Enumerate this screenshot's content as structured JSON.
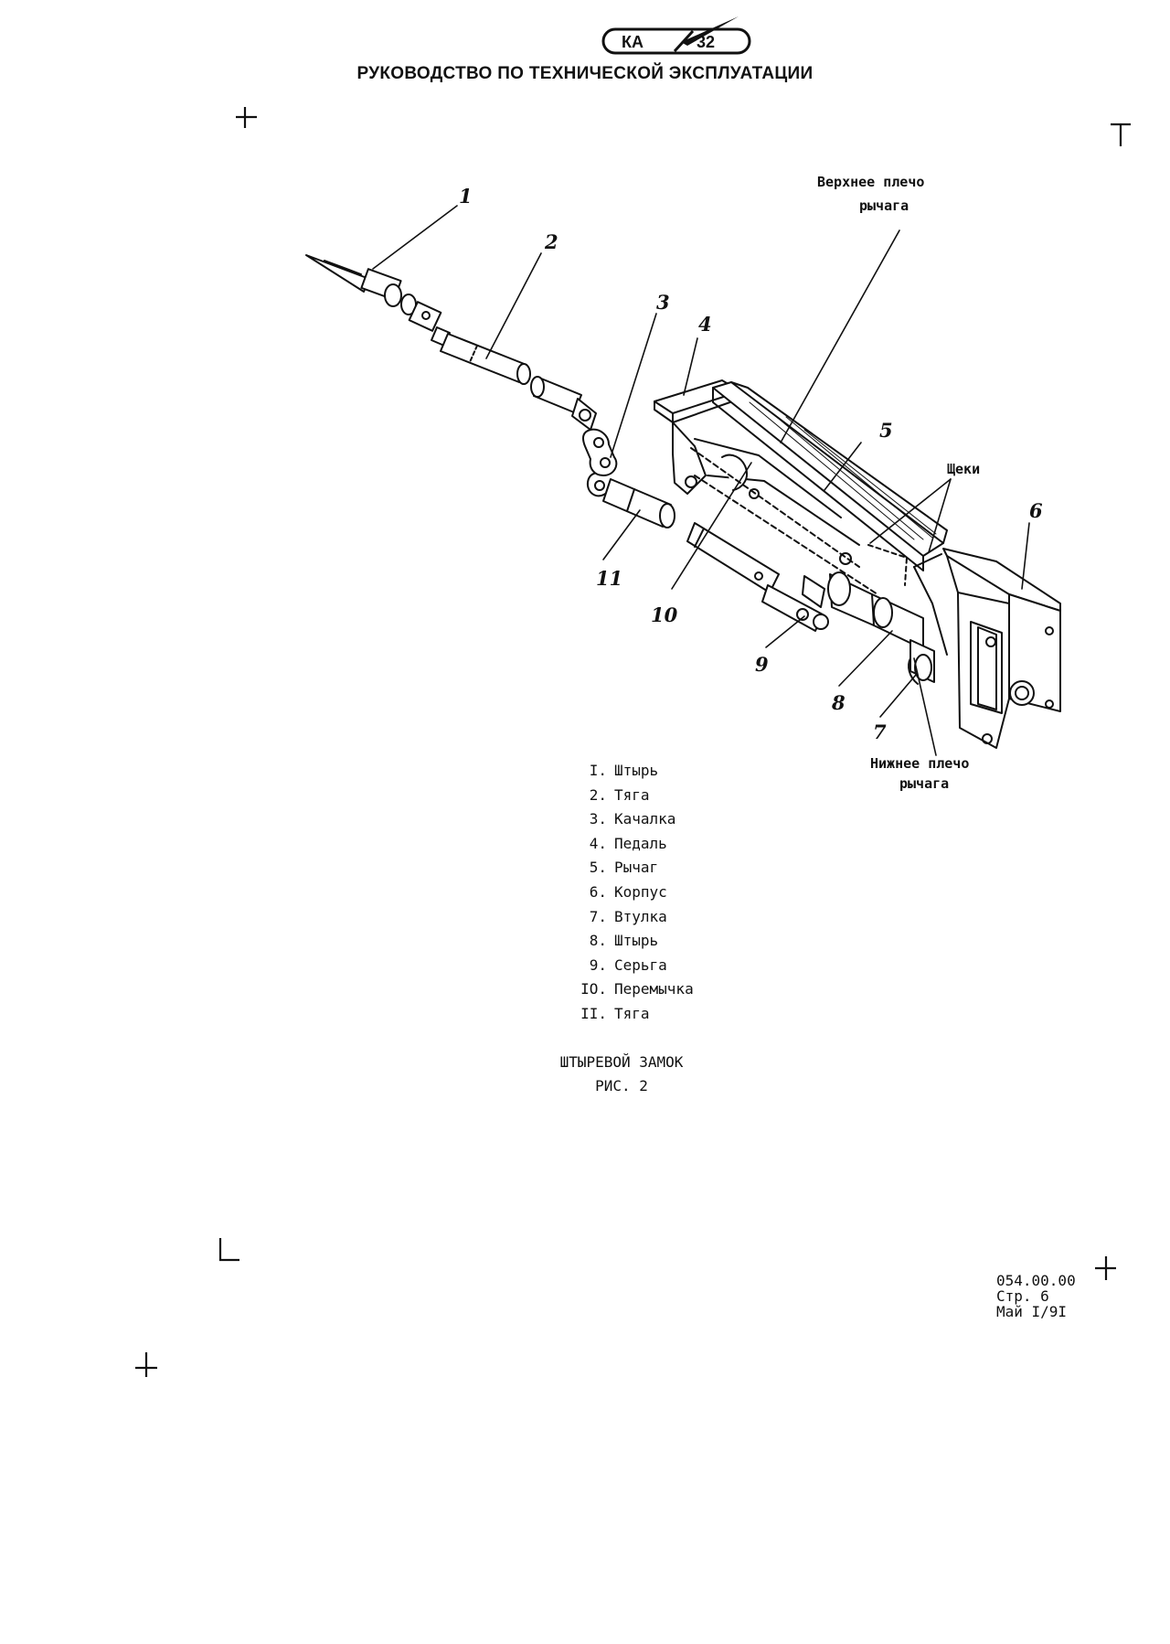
{
  "header": {
    "logo_left": "КА",
    "logo_right": "32",
    "title": "РУКОВОДСТВО ПО ТЕХНИЧЕСКОЙ ЭКСПЛУАТАЦИИ"
  },
  "figure": {
    "callouts": [
      "1",
      "2",
      "3",
      "4",
      "5",
      "6",
      "7",
      "8",
      "9",
      "10",
      "11"
    ],
    "notes": {
      "upper_arm_1": "Верхнее плечо",
      "upper_arm_2": "рычага",
      "cheeks": "Щеки",
      "lower_arm_1": "Нижнее плечо",
      "lower_arm_2": "рычага"
    }
  },
  "legend": [
    {
      "num": "I.",
      "label": "Штырь"
    },
    {
      "num": "2.",
      "label": "Тяга"
    },
    {
      "num": "3.",
      "label": "Качалка"
    },
    {
      "num": "4.",
      "label": "Педаль"
    },
    {
      "num": "5.",
      "label": "Рычаг"
    },
    {
      "num": "6.",
      "label": "Корпус"
    },
    {
      "num": "7.",
      "label": "Втулка"
    },
    {
      "num": "8.",
      "label": "Штырь"
    },
    {
      "num": "9.",
      "label": "Серьга"
    },
    {
      "num": "IO.",
      "label": "Перемычка"
    },
    {
      "num": "II.",
      "label": "Тяга"
    }
  ],
  "caption": {
    "title": "ШТЫРЕВОЙ ЗАМОК",
    "figure": "РИС. 2"
  },
  "footer": {
    "doc_number": "054.00.00",
    "page": "Стр. 6",
    "date": "Май I/9I"
  }
}
